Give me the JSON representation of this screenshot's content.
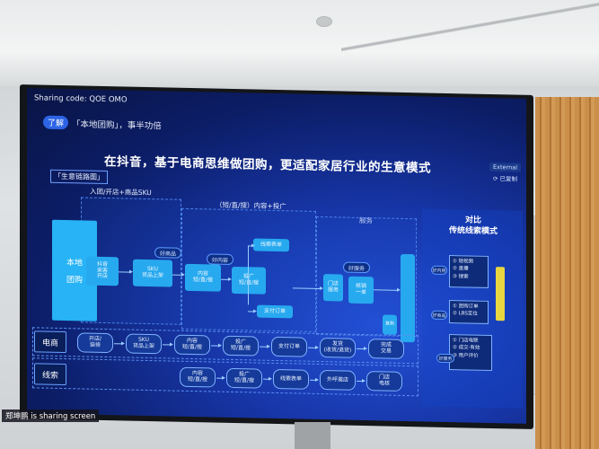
{
  "sharing_code": "Sharing code: QOE OMO",
  "note": {
    "pill": "了解",
    "text": "「本地团购」，事半功倍"
  },
  "external_badge": "External",
  "share_mini": "⟳ 已复制",
  "main_title": "在抖音，基于电商思维做团购，更适配家居行业的生意模式",
  "chain_label": "「生意链路图」",
  "columns": {
    "col1": "入团/开店+商品SKU",
    "col2": "（短/直/搜）内容+投广",
    "col3": "服务"
  },
  "big_box": {
    "line1": "本地",
    "line2": "团购"
  },
  "nodes": {
    "n1": "抖音\n来客\n开店",
    "n2": "SKU\n货品上架",
    "n3": "内容\n短/直/搜",
    "n4": "投广\n短/直/搜",
    "n5": "线索表单",
    "n6": "支付订单",
    "n7": "门店\n服务",
    "n8": "核销\n一单",
    "n9": "复购"
  },
  "tags": {
    "t1": "好商品",
    "t2": "好内容",
    "t3": "好服务"
  },
  "rows": {
    "ecommerce": {
      "label": "电商",
      "items": [
        "开店/\n装修",
        "SKU\n货品上架",
        "内容\n短/直/搜",
        "投广\n短/直/搜",
        "支付订单",
        "发货\n(收货/退货)",
        "完成\n交易"
      ]
    },
    "leads": {
      "label": "线索",
      "items": [
        "内容\n短/直/搜",
        "投广\n短/直/搜",
        "线索表单",
        "外呼邀店",
        "门店\n电核"
      ]
    }
  },
  "compare": {
    "title": "对比\n传统线索模式",
    "boxes": [
      "① 短视频\n② 直播\n③ 搜索",
      "① 团购订单\n② LBS定位",
      "① 门店电联\n② 成交·有效\n③ 用户评价"
    ],
    "tags": [
      "好内容",
      "好商品",
      "好服务"
    ]
  },
  "presenter": "郑坤鹏 is sharing screen"
}
